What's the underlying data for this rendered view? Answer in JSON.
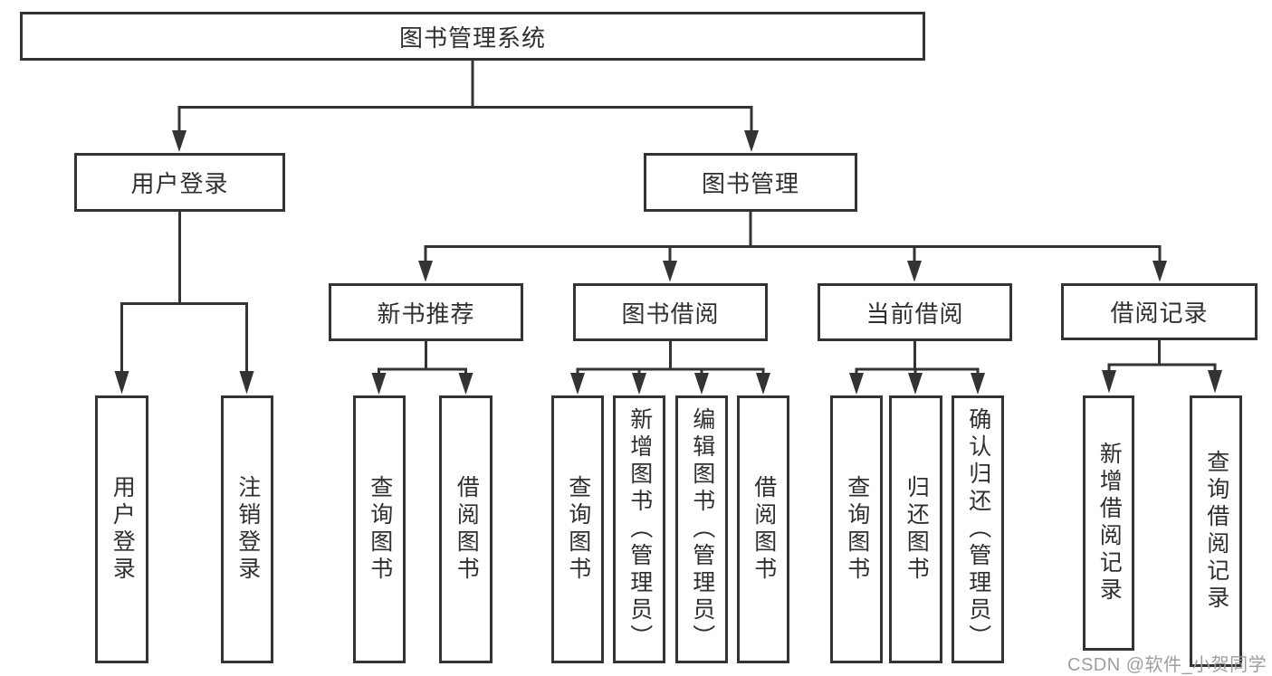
{
  "diagram": {
    "title_node": {
      "label": "图书管理系统"
    },
    "level2": [
      {
        "id": "user-login",
        "label": "用户登录"
      },
      {
        "id": "book-management",
        "label": "图书管理"
      }
    ],
    "level3": [
      {
        "id": "new-book-recommend",
        "parent": "book-management",
        "label": "新书推荐"
      },
      {
        "id": "book-borrow",
        "parent": "book-management",
        "label": "图书借阅"
      },
      {
        "id": "current-borrow",
        "parent": "book-management",
        "label": "当前借阅"
      },
      {
        "id": "borrow-records",
        "parent": "book-management",
        "label": "借阅记录"
      }
    ],
    "leaves": [
      {
        "parent": "user-login",
        "label": "用户登录"
      },
      {
        "parent": "user-login",
        "label": "注销登录"
      },
      {
        "parent": "new-book-recommend",
        "label": "查询图书"
      },
      {
        "parent": "new-book-recommend",
        "label": "借阅图书"
      },
      {
        "parent": "book-borrow",
        "label": "查询图书"
      },
      {
        "parent": "book-borrow",
        "label": "新增图书（管理员）"
      },
      {
        "parent": "book-borrow",
        "label": "编辑图书（管理员）"
      },
      {
        "parent": "book-borrow",
        "label": "借阅图书"
      },
      {
        "parent": "current-borrow",
        "label": "查询图书"
      },
      {
        "parent": "current-borrow",
        "label": "归还图书"
      },
      {
        "parent": "current-borrow",
        "label": "确认归还（管理员）"
      },
      {
        "parent": "borrow-records",
        "label": "新增借阅记录"
      },
      {
        "parent": "borrow-records",
        "label": "查询借阅记录"
      }
    ],
    "colors": {
      "line": "#333333",
      "text": "#2f2f2f",
      "background": "#ffffff",
      "watermark": "#9e9e9e"
    }
  },
  "watermark": {
    "text": "CSDN @软件_小贺同学"
  }
}
